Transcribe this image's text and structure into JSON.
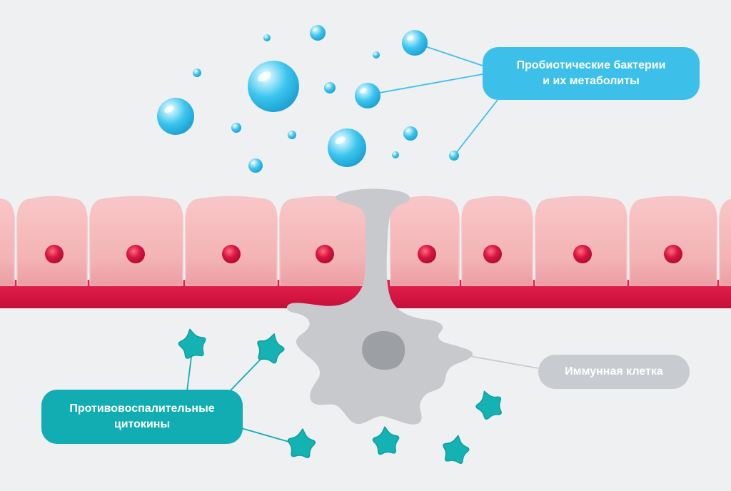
{
  "labels": {
    "probiotic": {
      "line1": "Пробиотические бактерии",
      "line2": "и их метаболиты"
    },
    "cytokines": {
      "line1": "Противовоспалительные",
      "line2": "цитокины"
    },
    "immune_cell": {
      "line1": "Иммунная клетка"
    }
  },
  "colors": {
    "background": "#eef0f2",
    "probiotic_blue": "#3cc0ea",
    "cytokine_teal": "#11adb2",
    "immune_gray": "#c8cbcf",
    "epithelial_cell": "#f3b5b8",
    "nucleus": "#d5133f",
    "basement_membrane": "#d51543"
  },
  "icons": {
    "bacteria": "sphere-icon",
    "cytokine": "star-icon",
    "immune_cell": "dendritic-cell-icon"
  }
}
